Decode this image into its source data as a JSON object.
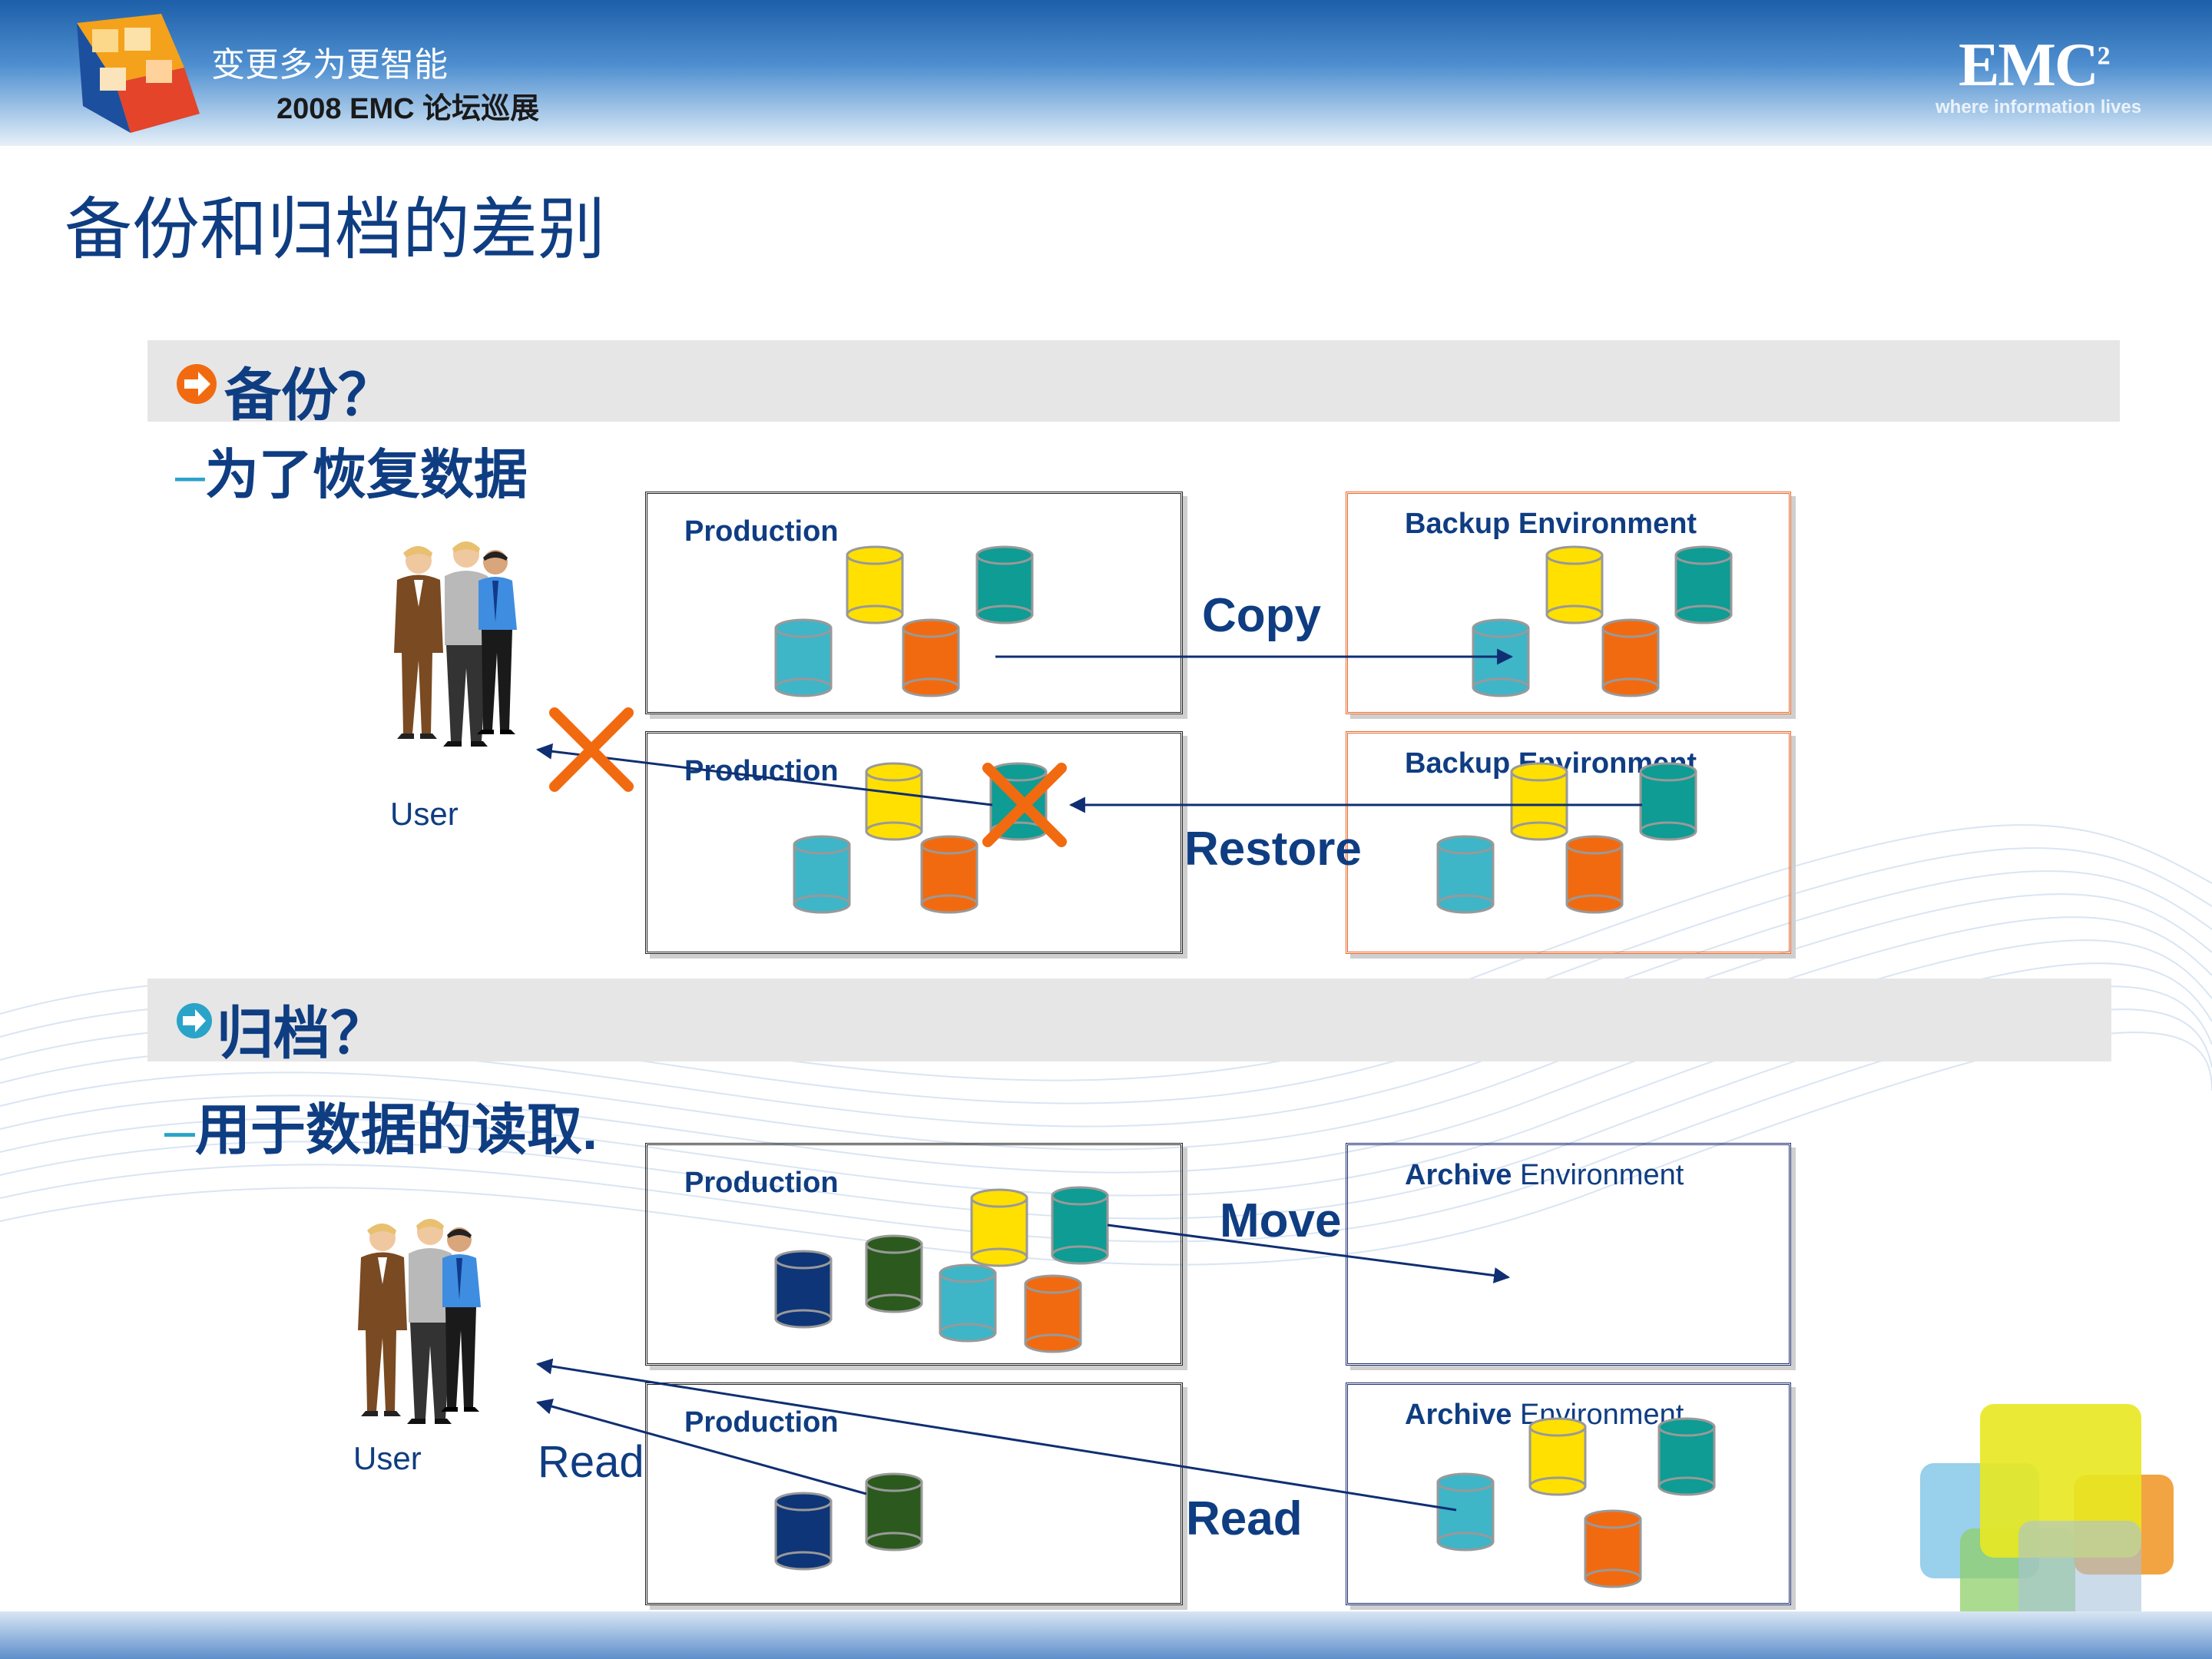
{
  "header": {
    "slogan": "变更多为更智能",
    "event": "2008 EMC 论坛巡展",
    "logo_text": "EMC",
    "logo_sup": "2",
    "tagline": "where information lives"
  },
  "page_title": "备份和归档的差别",
  "backup_section": {
    "heading": "备份？",
    "subheading": "为了恢复数据",
    "user_label": "User",
    "copy_box": {
      "production_label": "Production",
      "backup_label": "Backup Environment",
      "action_label": "Copy"
    },
    "restore_box": {
      "production_label": "Production",
      "backup_label": "Backup Environment",
      "action_label": "Restore"
    }
  },
  "archive_section": {
    "heading": "归档？",
    "subheading": "用于数据的读取.",
    "user_label": "User",
    "move_box": {
      "production_label": "Production",
      "archive_label_bold": "Archive",
      "archive_label_rest": " Environment",
      "action_label": "Move"
    },
    "read_box": {
      "production_label": "Production",
      "archive_label_bold": "Archive",
      "archive_label_rest": " Environment",
      "action_label": "Read",
      "user_read_label": "Read"
    }
  },
  "colors": {
    "title_blue": "#0f3d82",
    "cyl_yellow": "#ffe000",
    "cyl_teal": "#0e9c94",
    "cyl_lightblue": "#3fb5c8",
    "cyl_orange": "#f26a10",
    "cyl_navy": "#0e3577",
    "cyl_darkgreen": "#2c5a1e",
    "x_orange": "#f26a10"
  }
}
